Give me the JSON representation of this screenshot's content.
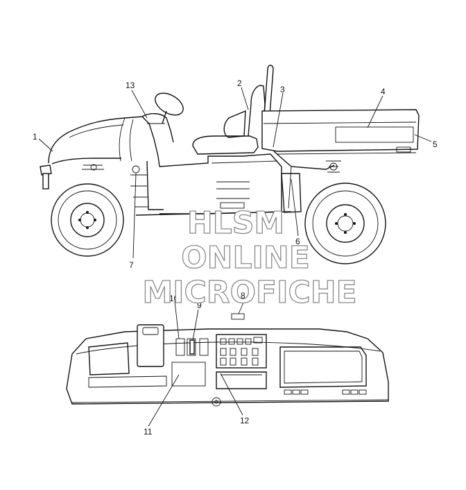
{
  "watermark": {
    "line1": "HLSM",
    "line2": "ONLINE",
    "line3": "MICROFICHE"
  },
  "callouts": {
    "c1": "1",
    "c2": "2",
    "c3": "3",
    "c4": "4",
    "c5": "5",
    "c6": "6",
    "c7": "7",
    "c8": "8",
    "c9": "9",
    "c10": "10",
    "c11": "11",
    "c12": "12",
    "c13": "13"
  }
}
